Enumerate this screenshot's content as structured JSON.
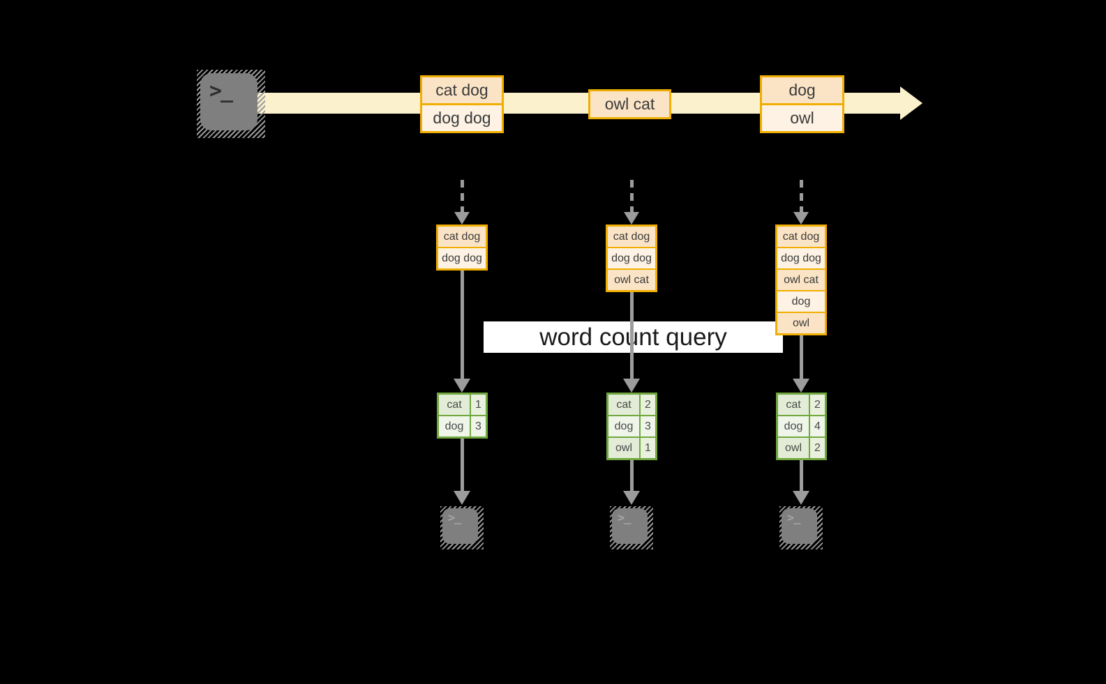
{
  "query_label": "word count query",
  "terminal_glyph": ">_",
  "stream": {
    "events": [
      {
        "cells": [
          "cat dog",
          "dog dog"
        ]
      },
      {
        "cells": [
          "owl cat"
        ]
      },
      {
        "cells": [
          "dog",
          "owl"
        ]
      }
    ]
  },
  "columns": [
    {
      "state_cells": [
        "cat dog",
        "dog dog"
      ],
      "counts": [
        {
          "word": "cat",
          "count": "1"
        },
        {
          "word": "dog",
          "count": "3"
        }
      ]
    },
    {
      "state_cells": [
        "cat dog",
        "dog dog",
        "owl cat"
      ],
      "counts": [
        {
          "word": "cat",
          "count": "2"
        },
        {
          "word": "dog",
          "count": "3"
        },
        {
          "word": "owl",
          "count": "1"
        }
      ]
    },
    {
      "state_cells": [
        "cat dog",
        "dog dog",
        "owl cat",
        "dog",
        "owl"
      ],
      "counts": [
        {
          "word": "cat",
          "count": "2"
        },
        {
          "word": "dog",
          "count": "4"
        },
        {
          "word": "owl",
          "count": "2"
        }
      ]
    }
  ],
  "colors": {
    "background": "#000000",
    "stream_fill": "#fcf1cd",
    "box_border": "#f0ae00",
    "cell_peach_dark": "#fbe4c6",
    "cell_peach_light": "#fdf2e3",
    "table_border": "#70a83f",
    "cell_green_dark": "#e2ecd6",
    "cell_green_light": "#eff5e9",
    "arrow_gray": "#9c9c9c",
    "terminal_gray": "#7f7f7f",
    "query_bg": "#ffffff",
    "query_text": "#1a1a1a"
  }
}
